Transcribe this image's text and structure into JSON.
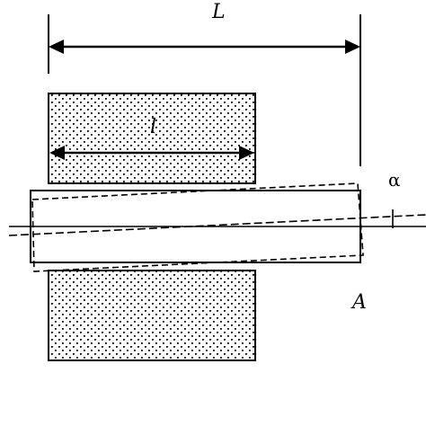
{
  "labels": {
    "outer_length": "L",
    "inner_length": "l",
    "angle": "α",
    "point": "A"
  },
  "colors": {
    "ink": "#000000",
    "background": "#ffffff",
    "dot_fill": "#000000"
  }
}
